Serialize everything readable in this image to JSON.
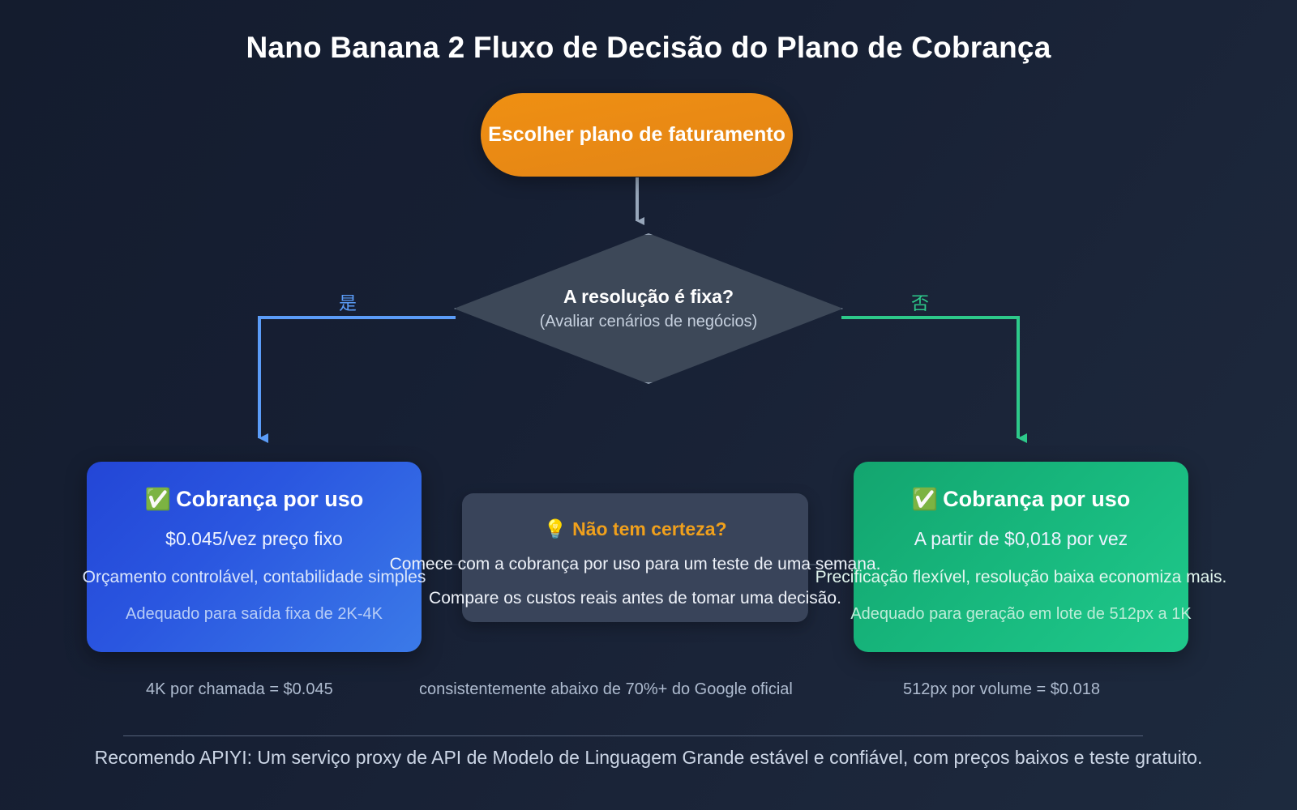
{
  "title": "Nano Banana 2 Fluxo de Decisão do Plano de Cobrança",
  "start_node": {
    "label": "Escolher plano de faturamento"
  },
  "decision_node": {
    "question": "A resolução é fixa?",
    "subtitle": "(Avaliar cenários de negócios)"
  },
  "branches": {
    "yes_label": "是",
    "no_label": "否",
    "yes_color": "#5b9cf8",
    "no_color": "#2dc98a"
  },
  "cards": [
    {
      "check_icon": "✅",
      "title": "Cobrança por uso",
      "price": "$0.045/vez preço fixo",
      "description": "Orçamento controlável, contabilidade simples",
      "note": "Adequado para saída fixa de 2K-4K",
      "color": "#2a56e0"
    },
    {
      "check_icon": "✅",
      "title": "Cobrança por uso",
      "price": "A partir de $0,018 por vez",
      "description": "Precificação flexível, resolução baixa economiza mais.",
      "note": "Adequado para geração em lote de 512px a 1K",
      "color": "#17b67c"
    }
  ],
  "tip_box": {
    "bulb_icon": "💡",
    "heading": "Não tem certeza?",
    "line1": "Comece com a cobrança por uso para um teste de uma semana.",
    "line2": "Compare os custos reais antes de tomar uma decisão.",
    "color": "#f0a01c"
  },
  "metrics": [
    "4K por chamada = $0.045",
    "consistentemente abaixo de 70%+ do Google oficial",
    "512px por volume = $0.018"
  ],
  "footnote": "Recomendo APIYI: Um serviço proxy de API de Modelo de Linguagem Grande estável e confiável, com preços baixos e teste gratuito."
}
